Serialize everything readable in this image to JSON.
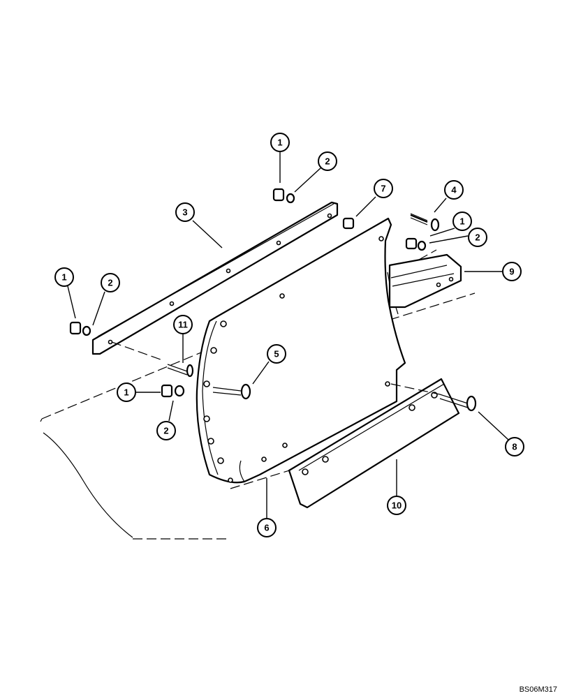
{
  "callouts": [
    {
      "id": "c1a",
      "label": "1"
    },
    {
      "id": "c2a",
      "label": "2"
    },
    {
      "id": "c3",
      "label": "3"
    },
    {
      "id": "c7",
      "label": "7"
    },
    {
      "id": "c4",
      "label": "4"
    },
    {
      "id": "c1b",
      "label": "1"
    },
    {
      "id": "c2b",
      "label": "2"
    },
    {
      "id": "c9",
      "label": "9"
    },
    {
      "id": "c1c",
      "label": "1"
    },
    {
      "id": "c2c",
      "label": "2"
    },
    {
      "id": "c11",
      "label": "11"
    },
    {
      "id": "c5",
      "label": "5"
    },
    {
      "id": "c1d",
      "label": "1"
    },
    {
      "id": "c2d",
      "label": "2"
    },
    {
      "id": "c8",
      "label": "8"
    },
    {
      "id": "c6",
      "label": "6"
    },
    {
      "id": "c10",
      "label": "10"
    }
  ],
  "drawing_code": "BS06M317"
}
